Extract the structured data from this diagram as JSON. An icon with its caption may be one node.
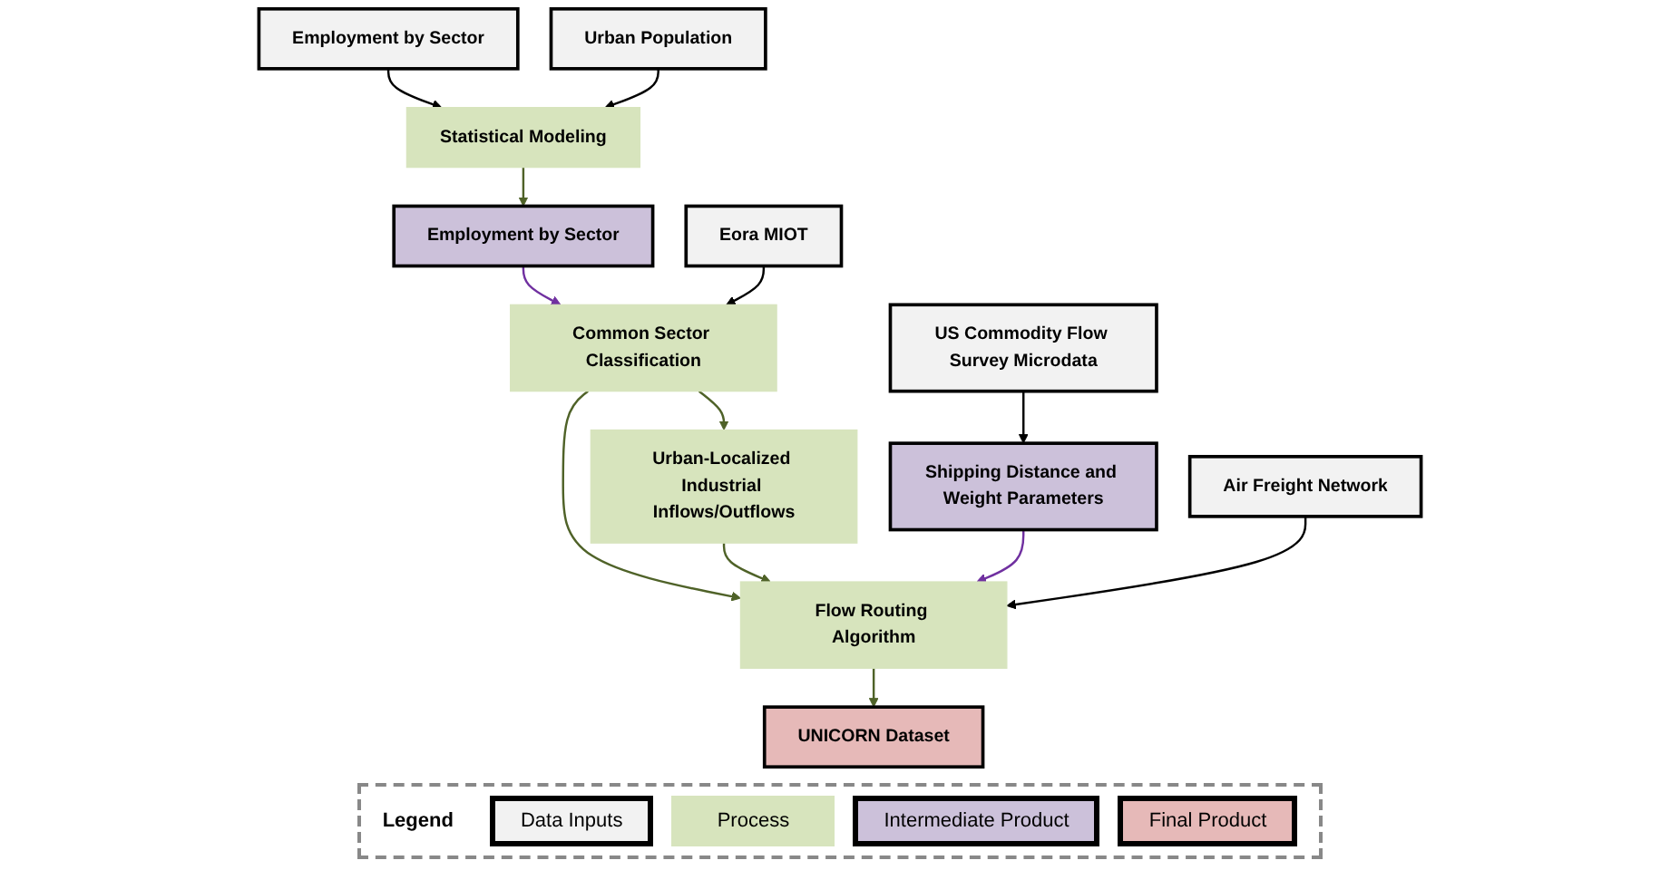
{
  "diagram": {
    "nodes": [
      {
        "text": [
          "Employment by Sector"
        ]
      },
      {
        "text": [
          "Urban Population"
        ]
      },
      {
        "text": [
          "Eora MIOT"
        ]
      },
      {
        "text": [
          "US Commodity Flow Survey Microdata"
        ]
      },
      {
        "text": [
          "Air Freight Network"
        ]
      },
      {
        "text": [
          "Statistical Modeling"
        ]
      },
      {
        "text": [
          "Employment by Sector"
        ]
      },
      {
        "text": [
          "Shipping Distance and Weight Parameters"
        ]
      },
      {
        "text": [
          "Common Sector Classification"
        ]
      },
      {
        "text": [
          "Urban-Localized Industrial Inflows/Outflows"
        ]
      },
      {
        "text": [
          "Flow Routing Algorithm"
        ]
      },
      {
        "text": [
          "UNICORN Dataset"
        ]
      }
    ],
    "edges": [
      {
        "from": 0,
        "to": 5,
        "arrow": "to",
        "color": "#000000"
      },
      {
        "from": 1,
        "to": 5,
        "arrow": "to",
        "color": "#000000"
      },
      {
        "from": 5,
        "to": 6,
        "arrow": "to",
        "color": "#4f6228"
      },
      {
        "from": 6,
        "to": 8,
        "arrow": "to",
        "color": "#7030a0"
      },
      {
        "from": 2,
        "to": 8,
        "arrow": "to",
        "color": "#000000"
      },
      {
        "from": 3,
        "to": 7,
        "arrow": "to",
        "color": "#000000"
      },
      {
        "from": 8,
        "to": 9,
        "arrow": "to",
        "color": "#4f6228"
      },
      {
        "from": 8,
        "to": 10,
        "arrow": "to",
        "color": "#4f6228"
      },
      {
        "from": 9,
        "to": 10,
        "arrow": "to",
        "color": "#4f6228"
      },
      {
        "from": 7,
        "to": 10,
        "arrow": "to",
        "color": "#7030a0"
      },
      {
        "from": 4,
        "to": 10,
        "arrow": "to",
        "color": "#000000"
      },
      {
        "from": 10,
        "to": 11,
        "arrow": "to",
        "color": "#4f6228"
      }
    ],
    "labels": [
      "Legend"
    ],
    "legend": [
      {
        "text": "Data Inputs",
        "color": "#f2f2f2"
      },
      {
        "text": "Process",
        "color": "#d7e4bd"
      },
      {
        "text": "Intermediate Product",
        "color": "#ccc1da"
      },
      {
        "text": "Final Product",
        "color": "#e6b9b8"
      }
    ]
  }
}
